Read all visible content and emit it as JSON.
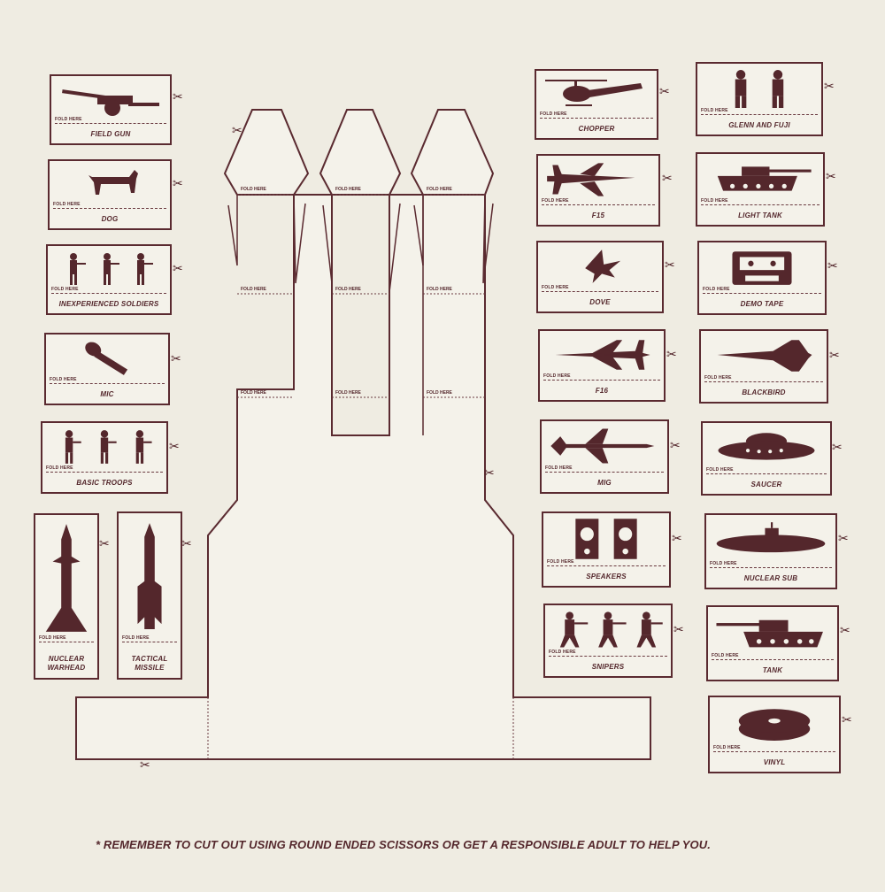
{
  "cards": [
    {
      "key": "field-gun",
      "label": "FIELD GUN",
      "icon": "field-gun-icon"
    },
    {
      "key": "dog",
      "label": "DOG",
      "icon": "dog-icon"
    },
    {
      "key": "inexperienced-soldiers",
      "label": "INEXPERIENCED SOLDIERS",
      "icon": "soldiers-icon"
    },
    {
      "key": "mic",
      "label": "MIC",
      "icon": "microphone-icon"
    },
    {
      "key": "basic-troops",
      "label": "BASIC TROOPS",
      "icon": "troops-icon"
    },
    {
      "key": "nuclear-warhead",
      "label": "NUCLEAR WARHEAD",
      "icon": "warhead-icon"
    },
    {
      "key": "tactical-missile",
      "label": "TACTICAL MISSILE",
      "icon": "missile-icon"
    },
    {
      "key": "chopper",
      "label": "CHOPPER",
      "icon": "helicopter-icon"
    },
    {
      "key": "glenn-and-fuji",
      "label": "GLENN AND FUJI",
      "icon": "two-figures-icon"
    },
    {
      "key": "f15",
      "label": "F15",
      "icon": "jet-icon"
    },
    {
      "key": "light-tank",
      "label": "LIGHT TANK",
      "icon": "tank-icon"
    },
    {
      "key": "dove",
      "label": "DOVE",
      "icon": "dove-icon"
    },
    {
      "key": "demo-tape",
      "label": "DEMO TAPE",
      "icon": "cassette-icon"
    },
    {
      "key": "f16",
      "label": "F16",
      "icon": "jet-icon"
    },
    {
      "key": "blackbird",
      "label": "BLACKBIRD",
      "icon": "blackbird-icon"
    },
    {
      "key": "mig",
      "label": "MIG",
      "icon": "jet-icon"
    },
    {
      "key": "saucer",
      "label": "SAUCER",
      "icon": "ufo-icon"
    },
    {
      "key": "speakers",
      "label": "SPEAKERS",
      "icon": "speakers-icon"
    },
    {
      "key": "nuclear-sub",
      "label": "NUCLEAR SUB",
      "icon": "submarine-icon"
    },
    {
      "key": "snipers",
      "label": "SNIPERS",
      "icon": "snipers-icon"
    },
    {
      "key": "tank",
      "label": "TANK",
      "icon": "tank-icon"
    },
    {
      "key": "vinyl",
      "label": "VINYL",
      "icon": "vinyl-icon"
    }
  ],
  "fold_text": "FOLD HERE",
  "footer_text": "* REMEMBER TO CUT OUT USING ROUND ENDED SCISSORS OR GET A RESPONSIBLE ADULT TO HELP YOU.",
  "colors": {
    "ink": "#54272c",
    "paper": "#efece2"
  }
}
